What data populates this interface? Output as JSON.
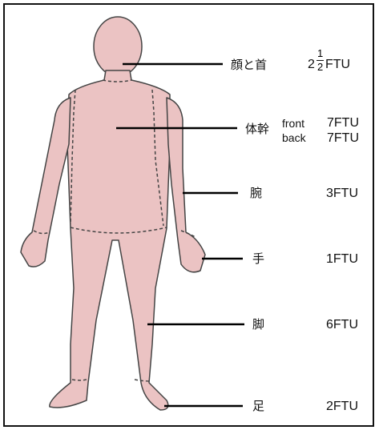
{
  "colors": {
    "skin": "#ebc3c3",
    "outline": "#444444",
    "line": "#000000"
  },
  "rows": [
    {
      "id": "face-neck",
      "part": "顔と首",
      "whole": "2",
      "num": "1",
      "den": "2",
      "unit": "FTU"
    },
    {
      "id": "trunk",
      "part": "体幹",
      "sub1": "front",
      "val1": "7FTU",
      "sub2": "back",
      "val2": "7FTU"
    },
    {
      "id": "arm",
      "part": "腕",
      "value": "3FTU"
    },
    {
      "id": "hand",
      "part": "手",
      "value": "1FTU"
    },
    {
      "id": "leg",
      "part": "脚",
      "value": "6FTU"
    },
    {
      "id": "foot",
      "part": "足",
      "value": "2FTU"
    }
  ]
}
